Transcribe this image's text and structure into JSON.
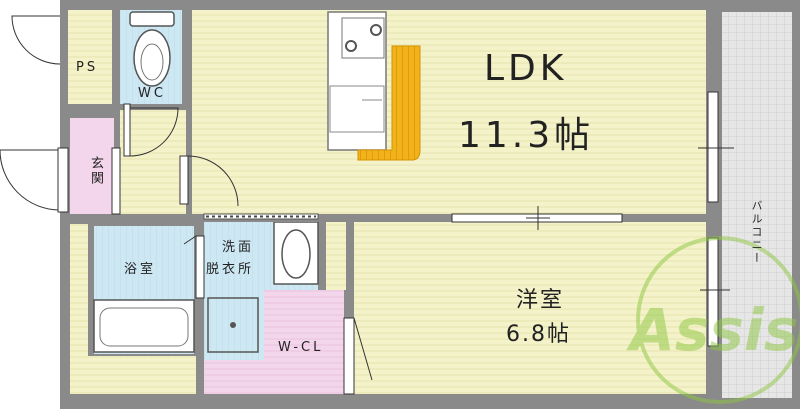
{
  "rooms": {
    "ldk_name": "LDK",
    "ldk_size": "11.3帖",
    "western_name": "洋室",
    "western_size": "6.8帖",
    "bath": "浴室",
    "washroom_line1": "洗面",
    "washroom_line2": "脱衣所",
    "wc": "WC",
    "ps": "PS",
    "entrance": "玄関",
    "wcl": "W-CL",
    "balcony": "バルコニー"
  },
  "logo": {
    "text": "Assist"
  },
  "colors": {
    "wall": "#8a8a8a",
    "floor_wood": "#f4f2c9",
    "wet_area": "#cde8f2",
    "closet": "#f4d6ec",
    "balcony": "#e4e4e4",
    "stair": "#f2b21b",
    "logo": "#8cc63f"
  }
}
